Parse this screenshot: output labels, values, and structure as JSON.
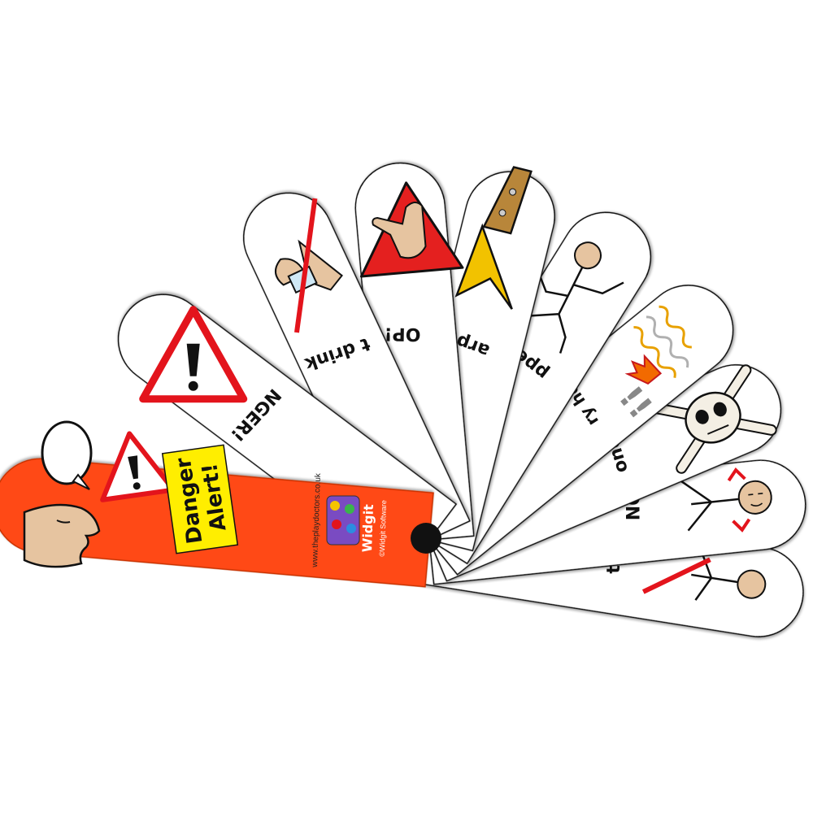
{
  "fan": {
    "cover": {
      "title_line1": "Danger",
      "title_line2": "Alert!",
      "website": "www.theplaydoctors.co.uk",
      "brand": "Widgit",
      "copyright": "©Widgit Software",
      "color": "#ff4a12",
      "label_bg": "#ffee00"
    },
    "cards": [
      {
        "label": "DANGER!",
        "visible_text": "NGER!",
        "icon": "warning-triangle-icon"
      },
      {
        "label": "Don't drink",
        "visible_text": "t drink",
        "icon": "no-drinking-icon"
      },
      {
        "label": "STOP!",
        "visible_text": "OP!",
        "icon": "stop-hand-icon"
      },
      {
        "label": "Sharp!",
        "visible_text": "arp!",
        "icon": "knife-icon"
      },
      {
        "label": "Slippery",
        "visible_text": "ppery",
        "icon": "slipping-person-icon"
      },
      {
        "label": "Very hot!",
        "visible_text": "ry hot!",
        "icon": "fire-icon"
      },
      {
        "label": "Poisonous",
        "visible_text": "onous",
        "icon": "skull-crossbones-icon"
      },
      {
        "label": "NO!",
        "visible_text": "NO!",
        "icon": "shaking-head-icon"
      },
      {
        "label": "Don't touch",
        "visible_text": "touch",
        "icon": "no-touch-icon"
      }
    ],
    "colors": {
      "card_bg": "#ffffff",
      "outline": "#111111",
      "warning_red": "#e3141c",
      "stop_red": "#e4201f",
      "skin": "#e6c4a0",
      "blade": "#f2c200",
      "handle": "#b8863a"
    }
  }
}
